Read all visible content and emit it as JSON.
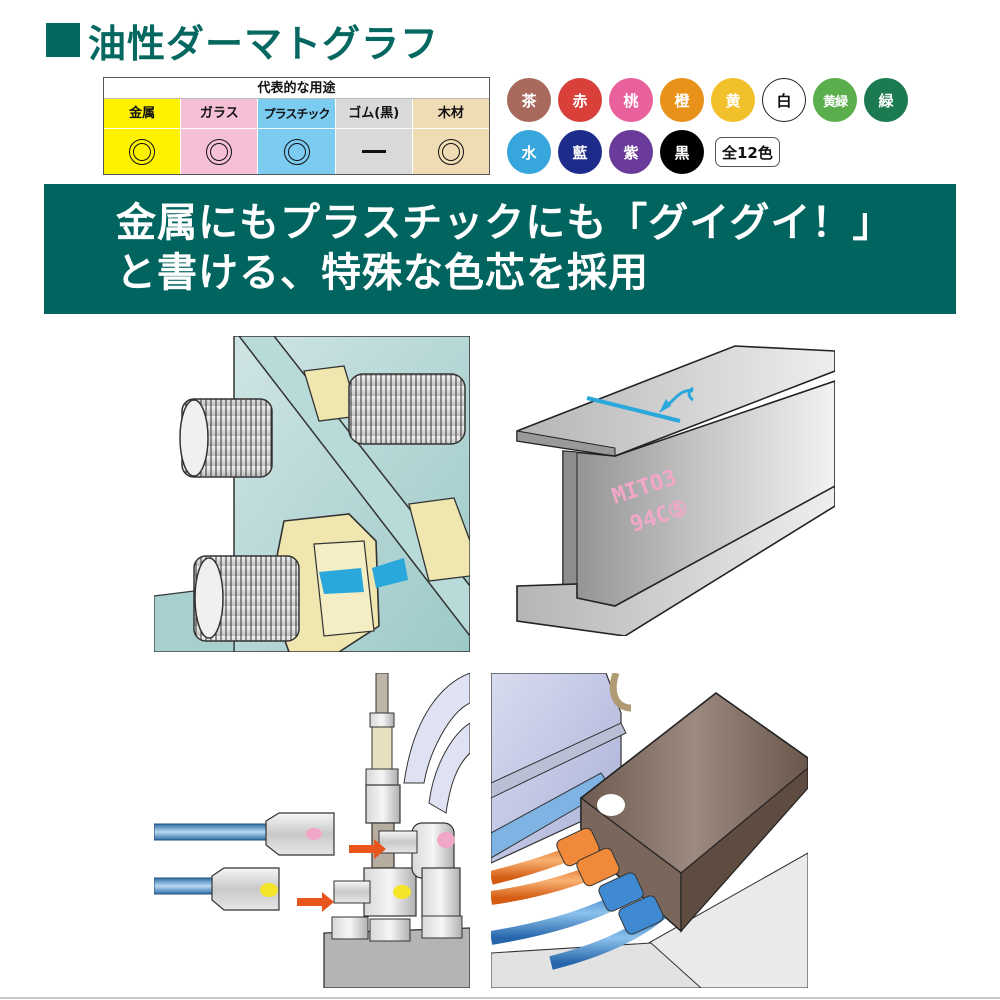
{
  "title": {
    "prefix_icon": "square-bullet-icon",
    "text": "油性ダーマトグラフ",
    "color": "#046860"
  },
  "usage_table": {
    "header": "代表的な用途",
    "columns": [
      {
        "label": "金属",
        "symbol": "◎",
        "bg": "#fff200"
      },
      {
        "label": "ガラス",
        "symbol": "◎",
        "bg": "#f5bfd5"
      },
      {
        "label": "プラスチック",
        "symbol": "◎",
        "bg": "#7ccbf0"
      },
      {
        "label": "ゴム(黒)",
        "symbol": "—",
        "bg": "#d9d9d9"
      },
      {
        "label": "木材",
        "symbol": "◎",
        "bg": "#efdcb4"
      }
    ]
  },
  "colors": {
    "row1": [
      {
        "label": "茶",
        "hex": "#a86a5c"
      },
      {
        "label": "赤",
        "hex": "#d9403a"
      },
      {
        "label": "桃",
        "hex": "#e8609c"
      },
      {
        "label": "橙",
        "hex": "#e8921a"
      },
      {
        "label": "黄",
        "hex": "#f1c02a"
      },
      {
        "label": "白",
        "hex": "#ffffff"
      },
      {
        "label": "黄緑",
        "hex": "#5aae4c"
      },
      {
        "label": "緑",
        "hex": "#1b7a50"
      }
    ],
    "row2": [
      {
        "label": "水",
        "hex": "#36a6dd"
      },
      {
        "label": "藍",
        "hex": "#1d2b8a"
      },
      {
        "label": "紫",
        "hex": "#6a3b9a"
      },
      {
        "label": "黒",
        "hex": "#000000"
      }
    ],
    "total_label": "全12色"
  },
  "banner": {
    "line1": "金属にもプラスチックにも「グイグイ！」",
    "line2": "と書ける、特殊な色芯を採用",
    "bg": "#02645f"
  },
  "illustrations": [
    {
      "name": "bolts-on-steel-plate",
      "marking_color": "#2aa8dc"
    },
    {
      "name": "h-beam",
      "marking_text_line1": "MITO3",
      "marking_text_line2": "94C⑤",
      "marking_color": "#f2a7c9",
      "line_mark_color": "#2aa8dc"
    },
    {
      "name": "pipe-fittings",
      "markings": [
        "pink",
        "yellow"
      ]
    },
    {
      "name": "connector-box",
      "marking_color": "#ffffff"
    }
  ]
}
